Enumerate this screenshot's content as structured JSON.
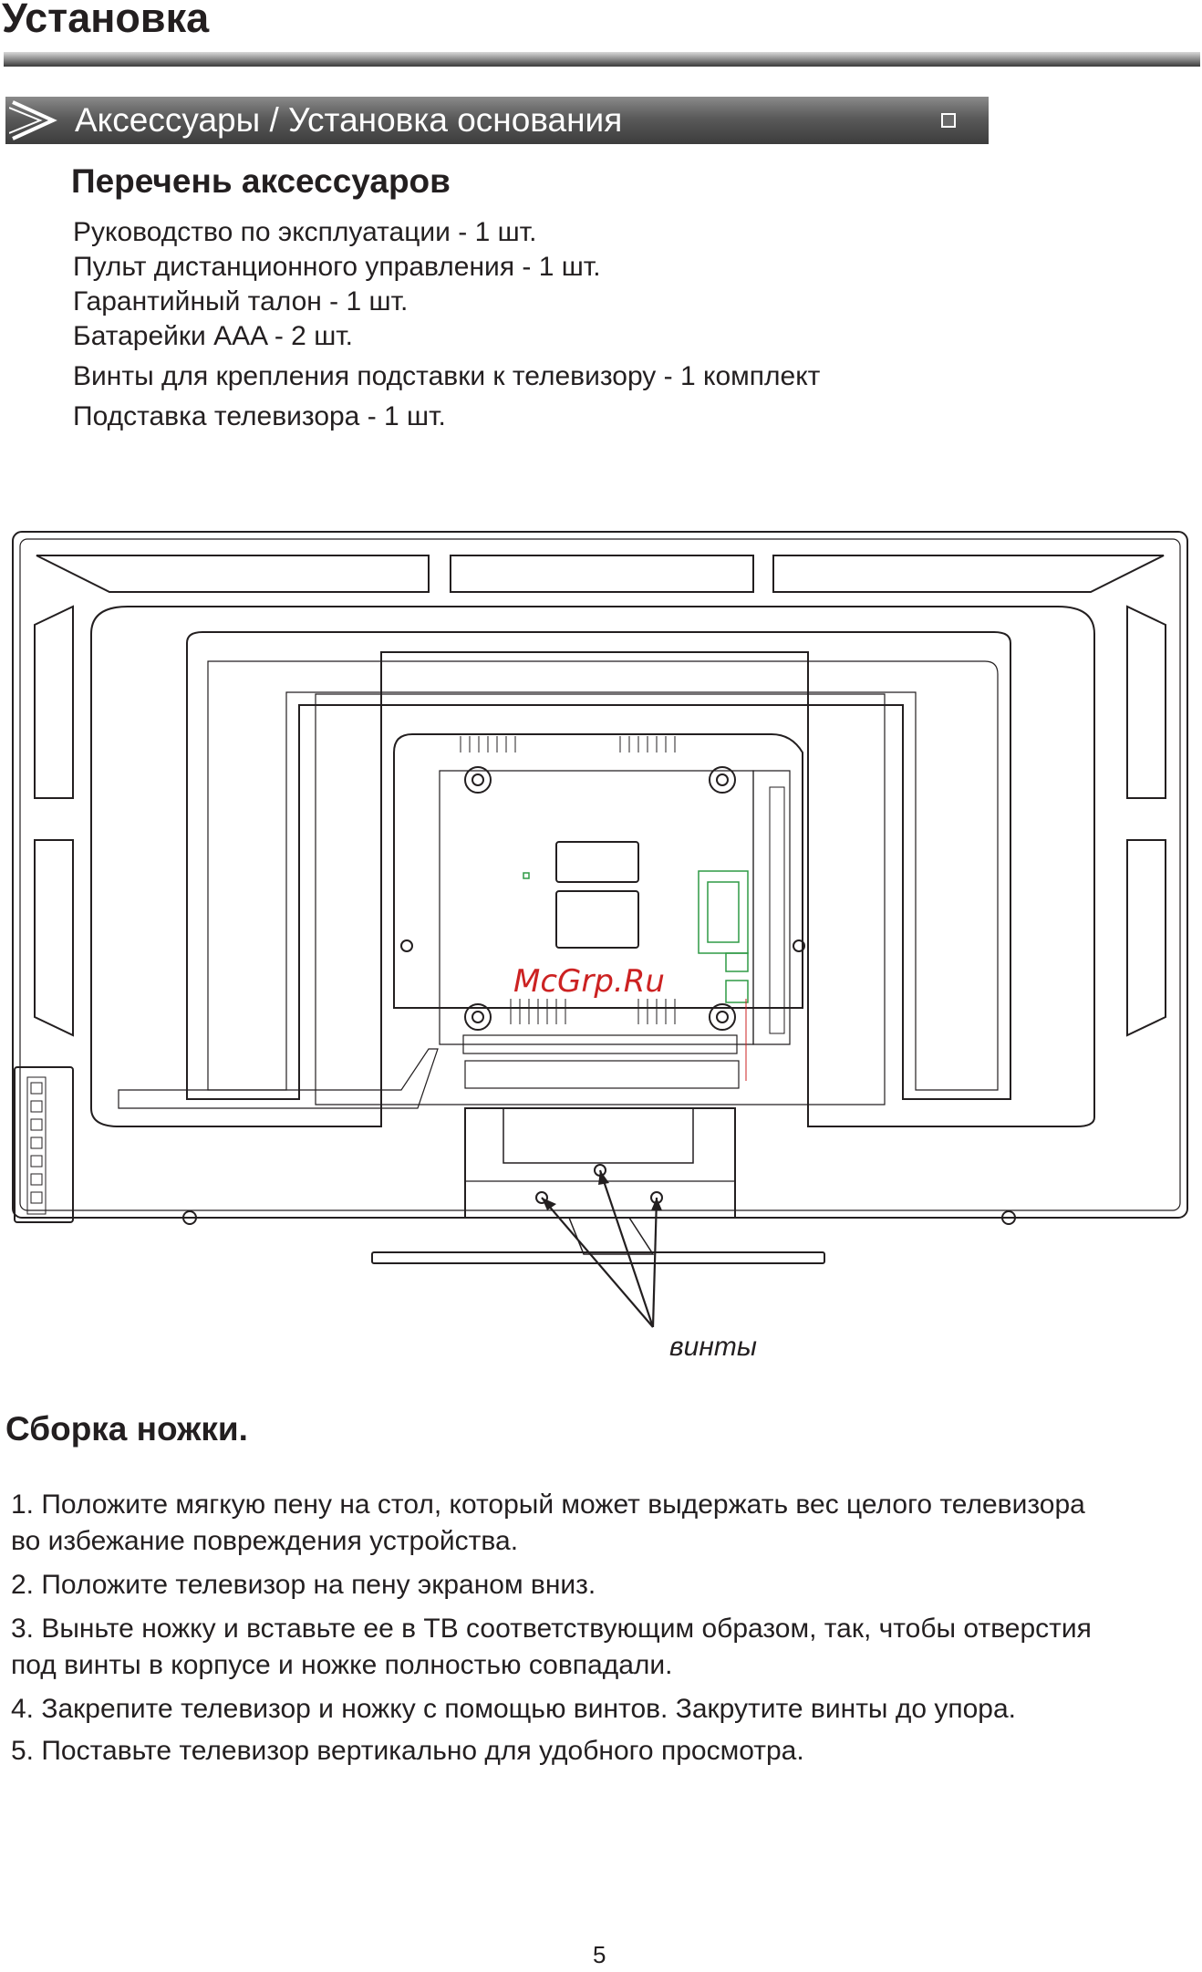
{
  "page": {
    "title": "Установка",
    "section_bar": {
      "label": "Аксессуары / Установка основания",
      "icons": [
        "chevron-right-icon",
        "square-icon"
      ]
    },
    "accessories": {
      "heading": "Перечень аксессуаров",
      "items": [
        "Руководство по эксплуатации - 1 шт.",
        "Пульт дистанционного управления - 1 шт.",
        "Гарантийный талон - 1 шт.",
        "Батарейки AAA - 2 шт.",
        "Винты для крепления подставки к телевизору - 1 комплект",
        "Подставка телевизора - 1 шт."
      ]
    },
    "diagram": {
      "watermark": "McGrp.Ru",
      "callout_label": "винты"
    },
    "assembly": {
      "heading": "Сборка ножки.",
      "steps": [
        "1. Положите мягкую пену на стол, который может выдержать вес целого телевизора",
        "во избежание повреждения устройства.",
        "2. Положите телевизор на пену экраном вниз.",
        "3. Выньте ножку и вставьте ее в ТВ соответствующим образом, так, чтобы отверстия",
        " под винты в корпусе и ножке полностью совпадали.",
        "4. Закрепите телевизор и ножку с помощью винтов. Закрутите винты до упора.",
        "5. Поставьте телевизор вертикально для удобного просмотра."
      ]
    },
    "page_number": "5",
    "colors": {
      "text": "#231f20",
      "watermark": "#cc2222",
      "board": "#2f9a45"
    }
  }
}
